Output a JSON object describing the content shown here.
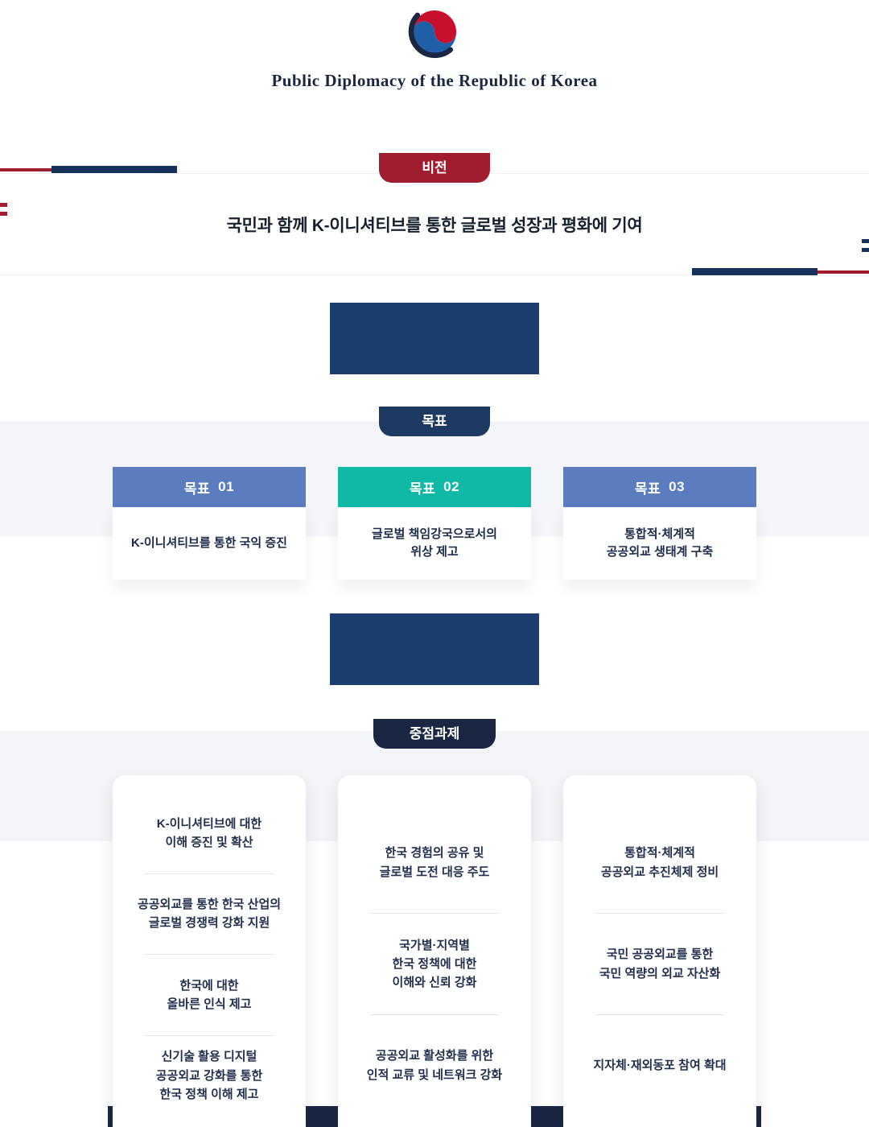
{
  "colors": {
    "accent_red": "#a01d30",
    "navy": "#1c3e6e",
    "deep_navy": "#1b2742",
    "goal_blue": "#5b7cbf",
    "goal_teal": "#10b9a5",
    "band_gray": "#f4f5f8"
  },
  "header": {
    "title": "Public Diplomacy of the Republic of Korea"
  },
  "vision": {
    "badge": "비전",
    "text": "국민과 함께 K-이니셔티브를 통한 글로벌 성장과 평화에 기여"
  },
  "goals": {
    "badge": "목표",
    "items": [
      {
        "label": "목표",
        "number": "01",
        "desc": "K-이니셔티브를 통한 국익 증진",
        "color": "#5b7cbf"
      },
      {
        "label": "목표",
        "number": "02",
        "desc": "글로벌 책임강국으로서의\n위상 제고",
        "color": "#10b9a5"
      },
      {
        "label": "목표",
        "number": "03",
        "desc": "통합적·체계적\n공공외교 생태계 구축",
        "color": "#5b7cbf"
      }
    ]
  },
  "tasks": {
    "badge": "중점과제",
    "columns": [
      {
        "items": [
          "K-이니셔티브에 대한\n이해 증진 및 확산",
          "공공외교를 통한 한국 산업의\n글로벌 경쟁력 강화 지원",
          "한국에 대한\n올바른 인식 제고",
          "신기술 활용 디지털\n공공외교 강화를 통한\n한국 정책 이해 제고"
        ]
      },
      {
        "items": [
          "한국 경험의 공유 및\n글로벌 도전 대응 주도",
          "국가별·지역별\n한국 정책에 대한\n이해와 신뢰 강화",
          "공공외교 활성화를 위한\n인적 교류 및 네트워크 강화"
        ]
      },
      {
        "items": [
          "통합적·체계적\n공공외교 추진체제 정비",
          "국민 공공외교를 통한\n국민 역량의 외교 자산화",
          "지자체·재외동포 참여 확대"
        ]
      }
    ]
  }
}
